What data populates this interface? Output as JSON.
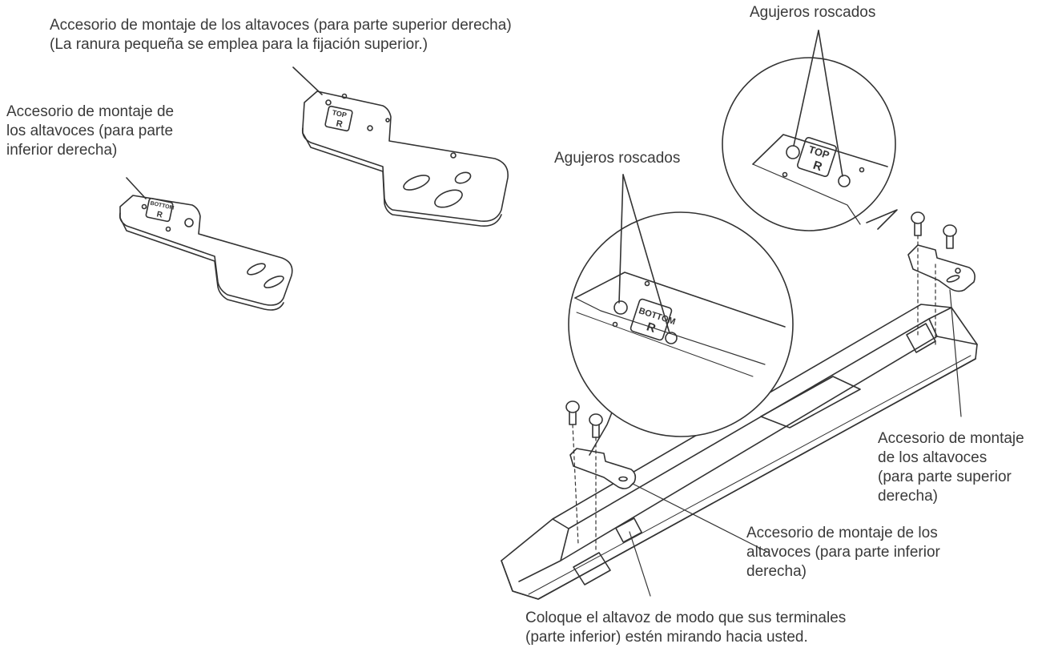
{
  "labels": {
    "top_bracket": [
      "Accesorio de montaje de los altavoces (para parte superior derecha)",
      "(La ranura pequeña se emplea para la fijación superior.)"
    ],
    "bottom_bracket": [
      "Accesorio de montaje de",
      "los altavoces (para parte",
      "inferior derecha)"
    ],
    "holes_top": "Agujeros roscados",
    "holes_bottom": "Agujeros roscados",
    "mount_top": [
      "Accesorio de montaje",
      "de los altavoces",
      "(para parte superior",
      "derecha)"
    ],
    "mount_bottom": [
      "Accesorio de montaje de los",
      "altavoces (para parte inferior",
      "derecha)"
    ],
    "orientation_note": [
      "Coloque el altavoz de modo que sus terminales",
      "(parte inferior) estén mirando hacia usted."
    ]
  },
  "bracket_marks": {
    "top": [
      "TOP",
      "R"
    ],
    "bottom": [
      "BOTTOM",
      "R"
    ]
  },
  "colors": {
    "line": "#333333",
    "text": "#3a3a3a",
    "background": "#ffffff"
  }
}
